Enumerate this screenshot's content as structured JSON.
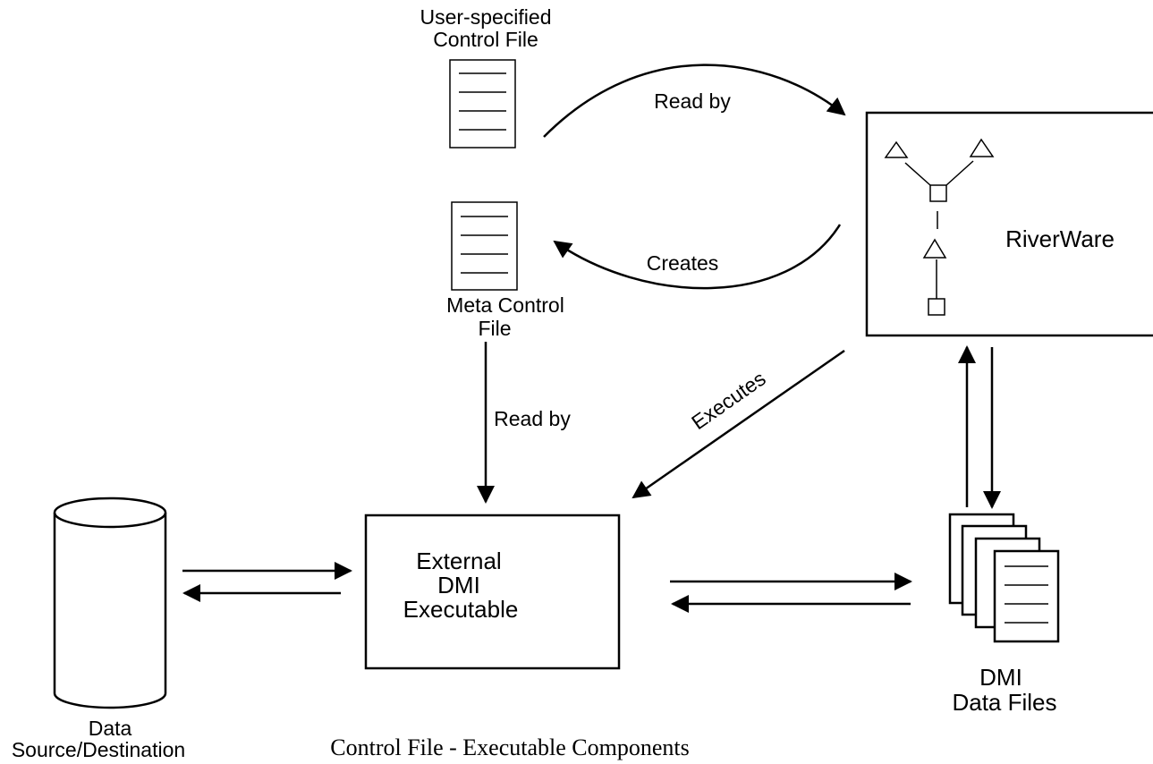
{
  "nodes": {
    "user_control_file": {
      "line1": "User-specified",
      "line2": "Control File"
    },
    "meta_control_file": {
      "line1": "Meta Control",
      "line2": "File"
    },
    "riverware": {
      "label": "RiverWare"
    },
    "external_dmi": {
      "line1": "External",
      "line2": "DMI",
      "line3": "Executable"
    },
    "data_source": {
      "line1": "Data",
      "line2": "Source/Destination"
    },
    "dmi_data_files": {
      "line1": "DMI",
      "line2": "Data Files"
    }
  },
  "edges": {
    "read_by_top": "Read by",
    "creates": "Creates",
    "read_by_left": "Read by",
    "executes": "Executes"
  },
  "caption": "Control File - Executable Components"
}
